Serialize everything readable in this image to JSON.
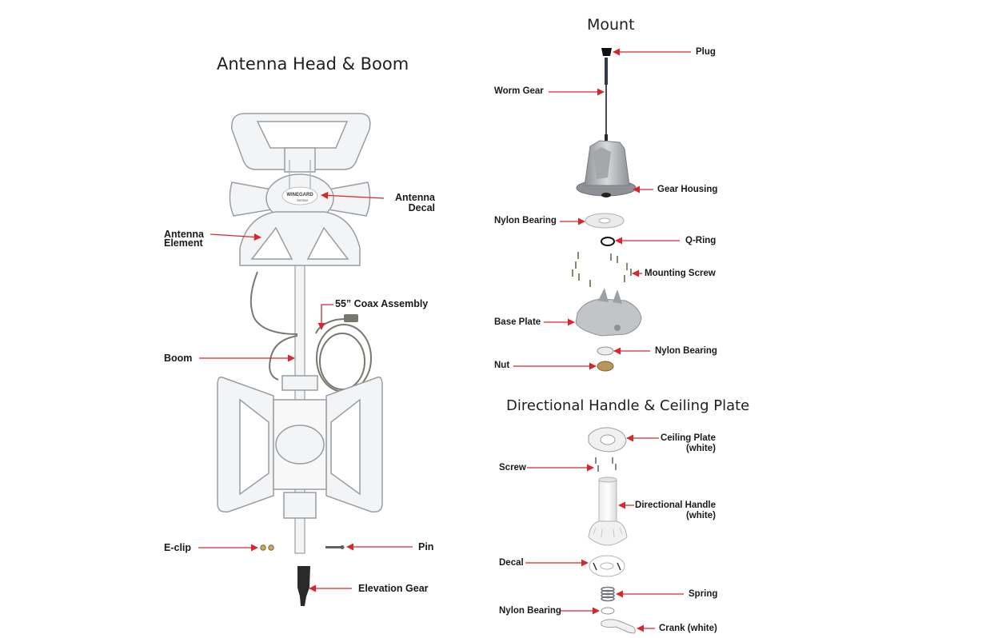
{
  "sections": {
    "antenna_head_boom": "Antenna Head & Boom",
    "mount": "Mount",
    "handle_plate": "Directional Handle & Ceiling Plate"
  },
  "labels": {
    "antenna_decal_1": "Antenna",
    "antenna_decal_2": "Decal",
    "antenna_element_1": "Antenna",
    "antenna_element_2": "Element",
    "coax": "55” Coax Assembly",
    "boom": "Boom",
    "eclip": "E-clip",
    "pin": "Pin",
    "elevation_gear": "Elevation Gear",
    "plug": "Plug",
    "worm_gear": "Worm Gear",
    "gear_housing": "Gear Housing",
    "nylon_bearing_top": "Nylon Bearing",
    "q_ring": "Q-Ring",
    "mounting_screw": "Mounting Screw",
    "base_plate": "Base Plate",
    "nylon_bearing_mid": "Nylon Bearing",
    "nut": "Nut",
    "ceiling_plate_1": "Ceiling Plate",
    "ceiling_plate_2": "(white)",
    "screw": "Screw",
    "directional_handle_1": "Directional Handle",
    "directional_handle_2": "(white)",
    "decal": "Decal",
    "spring": "Spring",
    "nylon_bearing_bottom": "Nylon Bearing",
    "crank": "Crank (white)"
  },
  "logo_text": {
    "brand": "WINEGARD",
    "model": "Sensar"
  },
  "colors": {
    "arrow": "#d7262e",
    "part_fill": "#f3f4f5",
    "part_stroke": "#9a9da1",
    "metal": "#b9bcbf",
    "coax": "#77796f",
    "brass": "#b8955a"
  }
}
